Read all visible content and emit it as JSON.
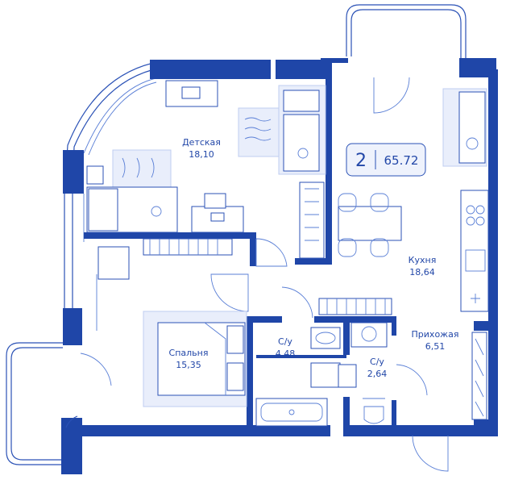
{
  "colors": {
    "wall": "#1f46a8",
    "line": "#2b52b6",
    "furniture_fill": "#e9eefb",
    "badge_fill": "#eef2fc"
  },
  "badge": {
    "rooms": "2",
    "area": "65.72"
  },
  "rooms": {
    "kids": {
      "name": "Детская",
      "area": "18,10"
    },
    "bedroom": {
      "name": "Спальня",
      "area": "15,35"
    },
    "bath1": {
      "name": "С/у",
      "area": "4,48"
    },
    "bath2": {
      "name": "С/у",
      "area": "2,64"
    },
    "kitchen": {
      "name": "Кухня",
      "area": "18,64"
    },
    "hall": {
      "name": "Прихожая",
      "area": "6,51"
    }
  }
}
